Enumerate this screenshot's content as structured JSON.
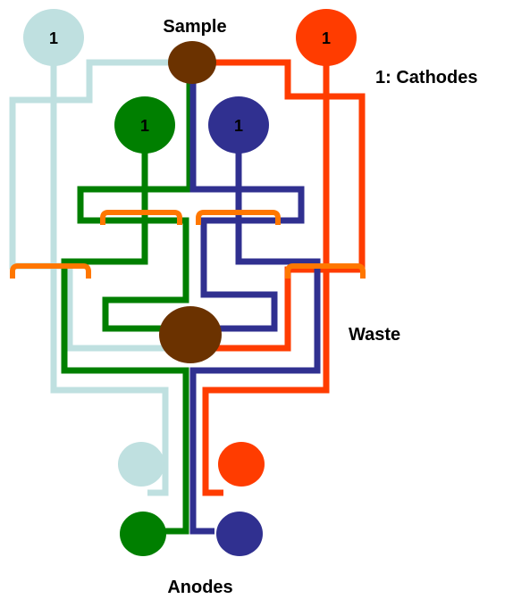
{
  "labels": {
    "sample": "Sample",
    "cathodes": "1: Cathodes",
    "waste": "Waste",
    "anodes": "Anodes"
  },
  "cathode_marks": {
    "light_blue": "1",
    "red": "1",
    "green": "1",
    "blue": "1"
  },
  "colors": {
    "light_blue": "#bfe0e0",
    "red": "#ff3c00",
    "green": "#007f00",
    "blue": "#303090",
    "orange": "#ff7700",
    "brown": "#6b3200"
  }
}
